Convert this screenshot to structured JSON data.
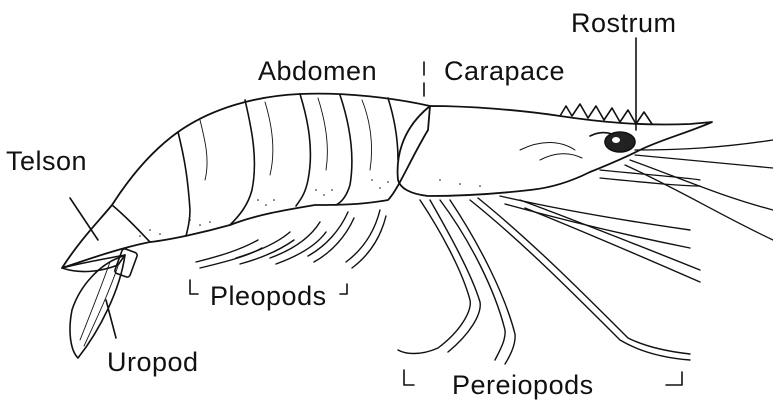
{
  "labels": {
    "rostrum": "Rostrum",
    "abdomen": "Abdomen",
    "carapace": "Carapace",
    "telson": "Telson",
    "pleopods": "Pleopods",
    "uropod": "Uropod",
    "pereiopods": "Pereiopods"
  },
  "colors": {
    "ink": "#111111",
    "background": "#ffffff"
  }
}
